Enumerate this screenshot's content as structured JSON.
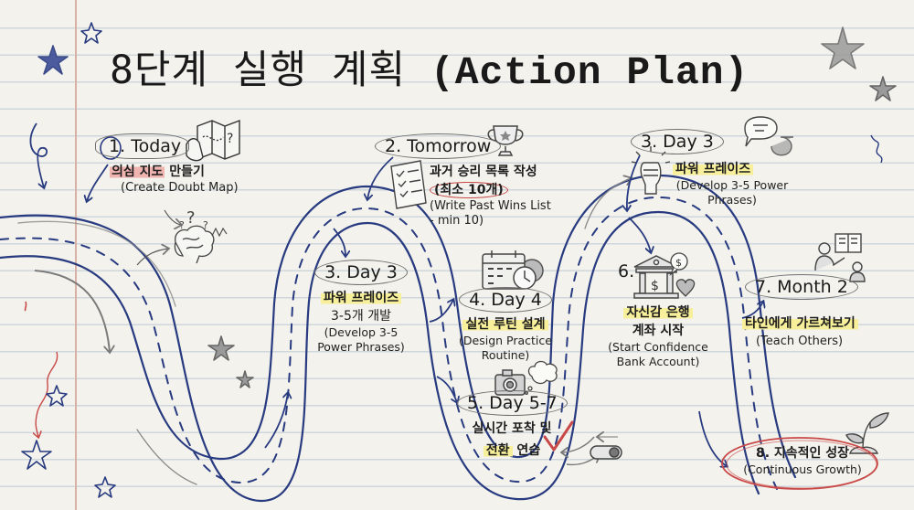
{
  "title": {
    "korean": "8단계 실행 계획",
    "english": "(Action Plan)"
  },
  "colors": {
    "paper": "#f3f2ec",
    "rule_line": "#cfd6dc",
    "margin_line": "#d8b0a6",
    "ink_blue": "#283a80",
    "pencil_gray": "#7a7a7a",
    "highlight_yellow": "#f7ef9a",
    "highlight_red": "#efb3b0",
    "accent_red": "#c94848"
  },
  "steps": [
    {
      "number": "1.",
      "label": "Today",
      "korean_highlight": "의심 지도",
      "korean_rest": " 만들기",
      "english": "(Create Doubt Map)",
      "icons": [
        "map-icon",
        "brain-icon",
        "question-marks-icon"
      ]
    },
    {
      "label": "2. Tomorrow",
      "korean_line1": "과거 승리 목록 작성",
      "korean_line2": "(최소 10개)",
      "english_line1": "(Write Past Wins List",
      "english_line2": "- min 10)",
      "icons": [
        "trophy-icon",
        "checklist-icon"
      ]
    },
    {
      "label": "3. Day 3",
      "korean_line1": "파워 프레이즈",
      "korean_line2": "3-5개 개발",
      "english_line1": "(Develop 3-5",
      "english_line2": "Power Phrases)"
    },
    {
      "label": "4. Day 4",
      "korean": "실전 루틴 설계",
      "english_line1": "(Design Practice",
      "english_line2": "Routine)",
      "icons": [
        "calendar-clock-gear-icon"
      ]
    },
    {
      "label": "5. Day 5-7",
      "korean_line1": "실시간 포착 및",
      "korean_line2_highlight": "전환",
      "korean_line2_rest": " 연습",
      "icons": [
        "camera-icon",
        "thought-cloud-icon",
        "checkmark-icon",
        "toggle-switch-icon"
      ]
    },
    {
      "label": "6.",
      "korean_line1": "자신감 은행",
      "korean_line2": "계좌 시작",
      "english_line1": "(Start Confidence",
      "english_line2": "Bank Account)",
      "icons": [
        "bank-icon",
        "dollar-bubble-icon",
        "heart-icon"
      ]
    },
    {
      "label": "7. Month 2",
      "korean": "타인에게 가르쳐보기",
      "english": "(Teach Others)",
      "icons": [
        "teacher-student-icon"
      ]
    },
    {
      "label": "8. 지속적인 성장",
      "english": "(Continuous Growth)",
      "icons": [
        "sprout-icon"
      ]
    }
  ],
  "extra_step_top_right": {
    "label": "3. Day 3",
    "korean": "파워 프레이즈",
    "english_line1": "(Develop 3-5 Power",
    "english_line2": "Phrases)",
    "icons": [
      "raised-fist-icon",
      "speech-bubbles-icon"
    ]
  }
}
